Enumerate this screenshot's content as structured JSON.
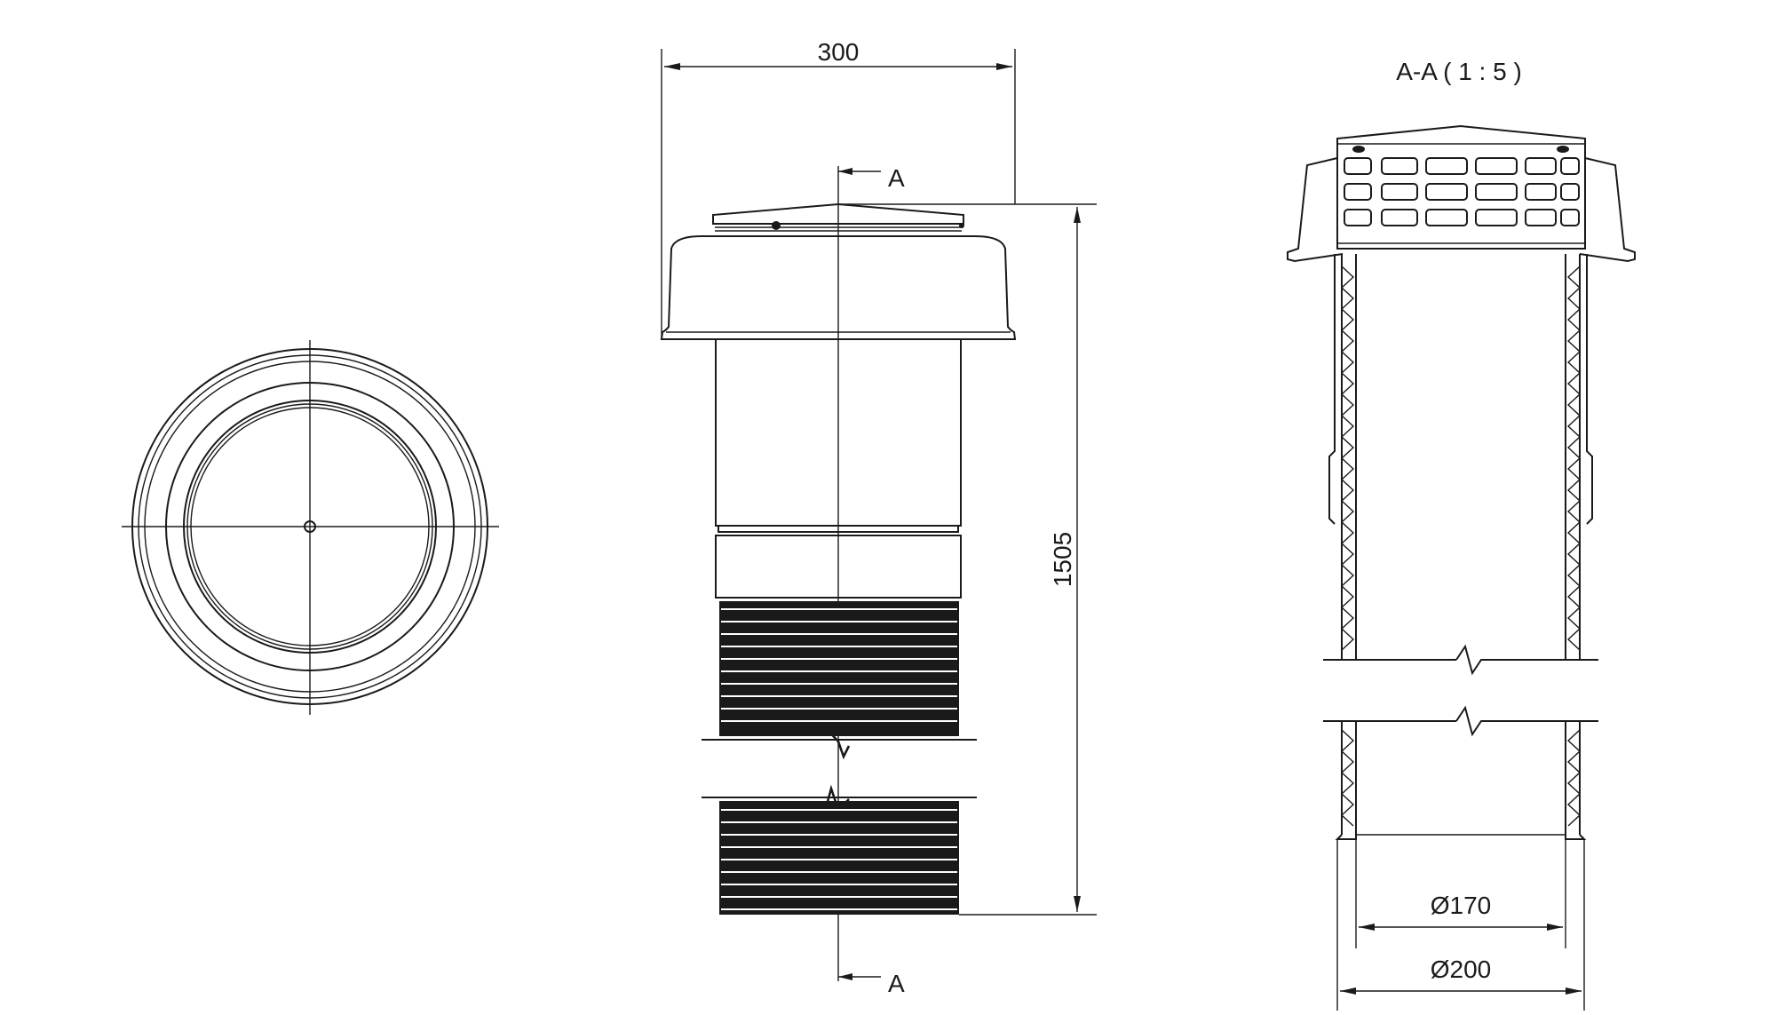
{
  "drawing": {
    "dimensions": {
      "overall_width": "300",
      "overall_height": "1505",
      "inner_diameter": "Ø170",
      "outer_diameter": "Ø200"
    },
    "section": {
      "marker_top": "A",
      "marker_bottom": "A",
      "title": "A-A ( 1 : 5 )"
    },
    "colors": {
      "line": "#1a1a1a",
      "background": "#ffffff"
    }
  }
}
